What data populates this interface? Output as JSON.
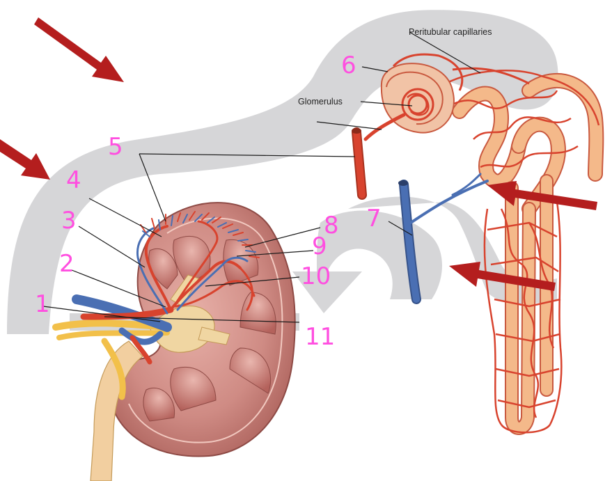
{
  "labels": {
    "peritubular": "Peritubular capillaries",
    "glomerulus": "Glomerulus"
  },
  "handwritten_numbers": {
    "n1": "1",
    "n2": "2",
    "n3": "3",
    "n4": "4",
    "n5": "5",
    "n6": "6",
    "n7": "7",
    "n8": "8",
    "n9": "9",
    "n10": "10",
    "n11": "11"
  },
  "colors": {
    "flow_band": "#d6d6d8",
    "arrow": "#b41e1e",
    "artery": "#d8432e",
    "vein": "#4a6fb3",
    "tubule": "#f4b98a",
    "kidney": "#c77d77",
    "annotation": "#ff4fe0"
  }
}
